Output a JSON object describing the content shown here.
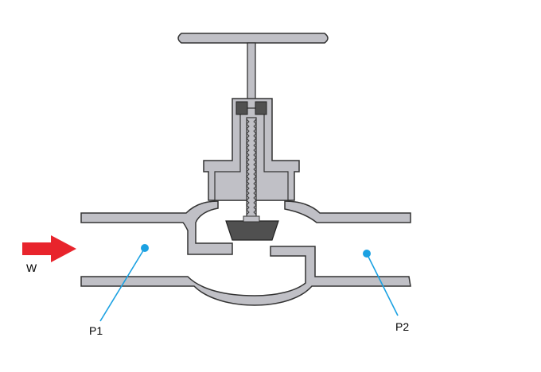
{
  "labels": {
    "flow": "W",
    "inlet_pressure": "P1",
    "outlet_pressure": "P2"
  },
  "colors": {
    "valve_body": "#c0c0c6",
    "outline": "#333333",
    "dark_part": "#505050",
    "flow_arrow": "#e8242c",
    "pointer": "#1ba1e2",
    "background": "#ffffff"
  },
  "icons": {
    "flow_arrow": "arrow-right-icon"
  }
}
